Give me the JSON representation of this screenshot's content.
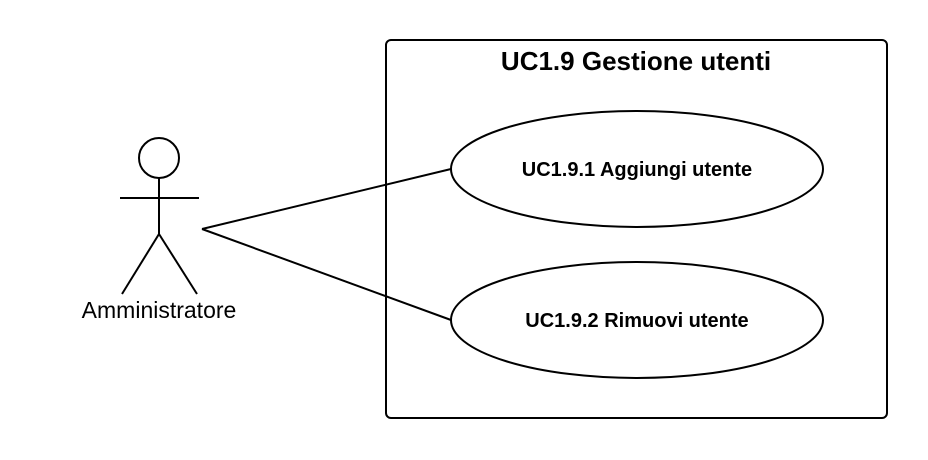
{
  "system": {
    "title": "UC1.9 Gestione utenti"
  },
  "actor": {
    "name": "Amministratore"
  },
  "use_cases": [
    {
      "label": "UC1.9.1 Aggiungi utente"
    },
    {
      "label": "UC1.9.2 Rimuovi utente"
    }
  ],
  "colors": {
    "stroke": "#000000",
    "fill": "#ffffff"
  }
}
